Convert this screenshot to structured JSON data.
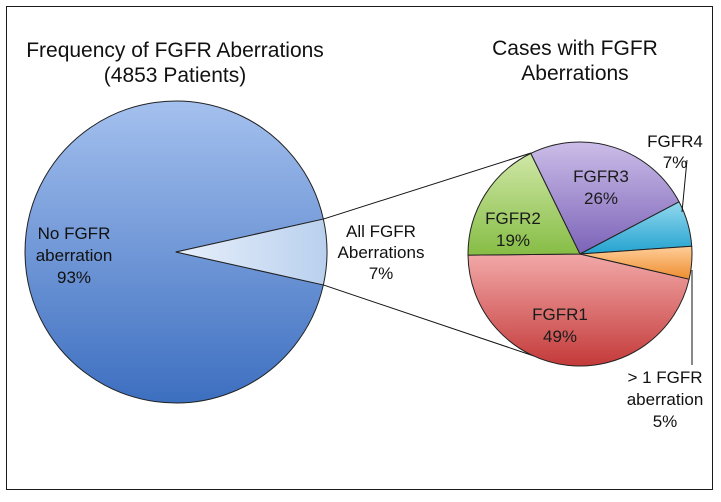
{
  "chart_data": [
    {
      "type": "pie",
      "title": [
        "Frequency of FGFR Aberrations",
        "(4853 Patients)"
      ],
      "slices": [
        {
          "label": [
            "No FGFR",
            "aberration",
            "93%"
          ],
          "value": 93,
          "color": "#5b8bd4"
        },
        {
          "label": [
            "All FGFR",
            "Aberrations",
            "7%"
          ],
          "value": 7,
          "color": "#cfe0f4"
        }
      ]
    },
    {
      "type": "pie",
      "title": [
        "Cases with FGFR",
        "Aberrations"
      ],
      "slices": [
        {
          "label": [
            "FGFR1",
            "49%"
          ],
          "value": 49,
          "color": "#d65a5a"
        },
        {
          "label": [
            "FGFR2",
            "19%"
          ],
          "value": 19,
          "color": "#9ccc5a"
        },
        {
          "label": [
            "FGFR3",
            "26%"
          ],
          "value": 26,
          "color": "#9b85cc"
        },
        {
          "label": [
            "FGFR4",
            "7%"
          ],
          "value": 7,
          "color": "#3fb3d8"
        },
        {
          "label": [
            "> 1 FGFR",
            "aberration",
            "5%"
          ],
          "value": 5,
          "color": "#f4a04f"
        }
      ]
    }
  ]
}
